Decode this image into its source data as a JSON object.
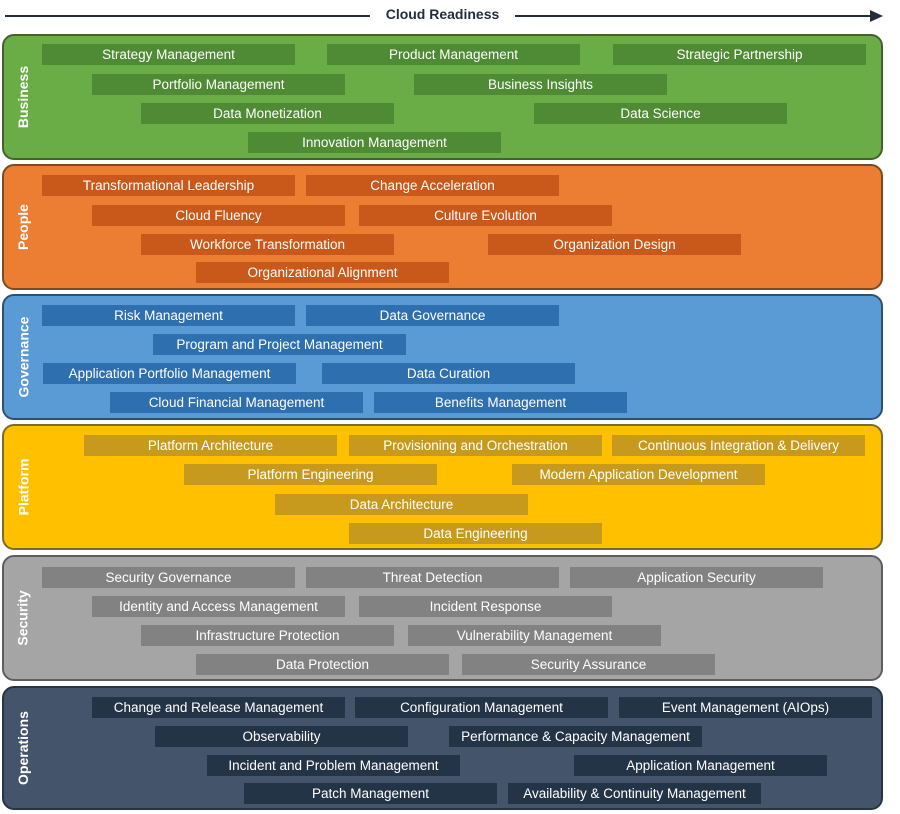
{
  "title": "Cloud Readiness",
  "bands": {
    "business": {
      "label": "Business",
      "caps": [
        "Strategy Management",
        "Product Management",
        "Strategic Partnership",
        "Portfolio Management",
        "Business Insights",
        "Data Monetization",
        "Data Science",
        "Innovation Management"
      ]
    },
    "people": {
      "label": "People",
      "caps": [
        "Transformational Leadership",
        "Change Acceleration",
        "Cloud Fluency",
        "Culture Evolution",
        "Workforce Transformation",
        "Organization Design",
        "Organizational Alignment"
      ]
    },
    "governance": {
      "label": "Governance",
      "caps": [
        "Risk Management",
        "Data Governance",
        "Program and Project Management",
        "Application Portfolio Management",
        "Data Curation",
        "Cloud Financial Management",
        "Benefits Management"
      ]
    },
    "platform": {
      "label": "Platform",
      "caps": [
        "Platform Architecture",
        "Provisioning and Orchestration",
        "Continuous Integration & Delivery",
        "Platform Engineering",
        "Modern Application Development",
        "Data Architecture",
        "Data Engineering"
      ]
    },
    "security": {
      "label": "Security",
      "caps": [
        "Security Governance",
        "Threat Detection",
        "Application Security",
        "Identity and Access Management",
        "Incident Response",
        "Infrastructure Protection",
        "Vulnerability Management",
        "Data Protection",
        "Security Assurance"
      ]
    },
    "operations": {
      "label": "Operations",
      "caps": [
        "Change and Release Management",
        "Configuration Management",
        "Event Management (AIOps)",
        "Observability",
        "Performance & Capacity Management",
        "Incident and Problem Management",
        "Application Management",
        "Patch Management",
        "Availability & Continuity Management"
      ]
    }
  },
  "colors": {
    "business": "#6aac46",
    "people": "#ec7e34",
    "governance": "#5b9bd5",
    "platform": "#ffc000",
    "security": "#a5a5a5",
    "operations": "#44546a"
  }
}
